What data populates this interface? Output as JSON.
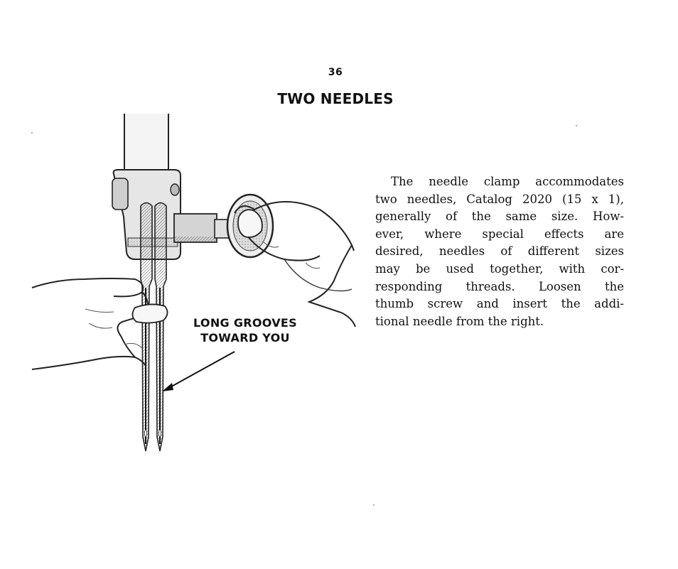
{
  "page": {
    "number": "36",
    "title": "TWO NEEDLES"
  },
  "figure": {
    "callout_lines": [
      "LONG GROOVES",
      "TOWARD YOU"
    ]
  },
  "body": {
    "lines": [
      "The needle clamp accommodates",
      "two needles, Catalog 2020 (15 x 1),",
      "generally of the same size.  How-",
      "ever, where special effects are",
      "desired, needles of different sizes",
      "may be used together, with cor-",
      "responding threads.  Loosen the",
      "thumb screw and insert the addi-",
      "tional needle from the right."
    ]
  }
}
